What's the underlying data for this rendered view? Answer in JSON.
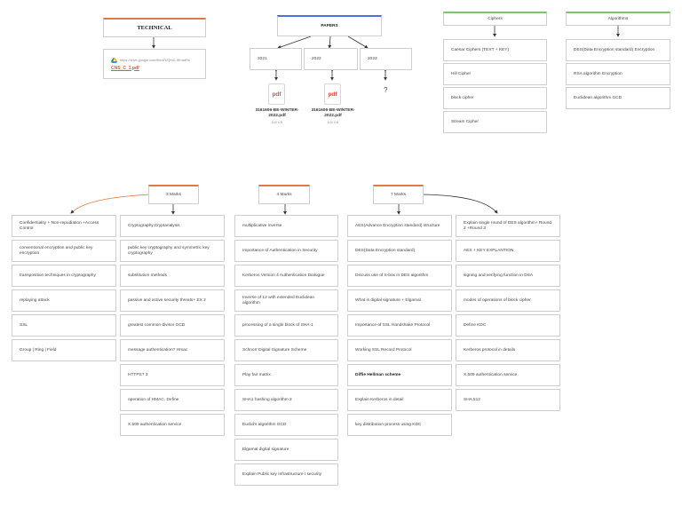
{
  "technical": {
    "title": "TECHNICAL",
    "link_url": "https://drive.google.com/file/d/1fQhIG-9KnwiRe",
    "link_file": "CNS_C_1.pdf"
  },
  "papers": {
    "title": "PAPERS",
    "years": [
      "2021",
      "2022",
      "2023"
    ],
    "files": [
      {
        "icon": "pdf",
        "name": "3161606-BE-WINTER-2022.pdf",
        "size": "640 KB"
      },
      {
        "icon": "pdf",
        "name": "3161606-BE-WINTER-2022.pdf",
        "size": "640 KB"
      }
    ],
    "unknown": "?"
  },
  "ciphers": {
    "title": "Ciphers",
    "items": [
      "Caesar Ciphers (TEXT + KEY)",
      "Hill Cipher",
      "block cipher",
      "Stream Cipher"
    ]
  },
  "algorithms": {
    "title": "Algorithms",
    "items": [
      "DES(Data Encryption standard) Encryption",
      "RSA algorithm Encryption",
      "Euclidean algorithm GCD"
    ]
  },
  "marks3": {
    "title": "3 Marks",
    "left": [
      "Confidentiality + Non-repudiation +Access Control",
      "conventional encryption and public key encryption",
      "transposition techniques in cryptography",
      "replaying attack",
      "SSL",
      "Group | Ring | Field"
    ],
    "right": [
      "Cryptography,Cryptanalysis",
      "public key cryptography and symmetric key cryptography",
      "substitution methods",
      "passive and active security threats+ EX 2",
      "greatest common divisor GCD",
      "message authentication? Hmac",
      "HTTPS? 3",
      "operation of HMAC. Define",
      "X.509 authentication service"
    ]
  },
  "marks4": {
    "title": "4 Marks",
    "items": [
      "multiplicative inverse",
      "Importance of Authentication in Security",
      "Kerberos Version 4 Authentication Dialogue",
      "Inverse of 12 with extended Euclidean algorithm",
      "processing of a single block of SHA-1",
      "Schnorr Digital Signature Scheme",
      "Play fair matrix",
      "SHA1 hashing algorithm 2",
      "Euclid's algorithm GCD",
      "Elgamal digital signature",
      "Explain Public key Infrastructure I security"
    ]
  },
  "marks7": {
    "title": "7 Marks",
    "left": [
      "AES(Advance Encryption standard) structure",
      "DES(Data Encryption standard)",
      "Discuss use of S-box in DES algorithm",
      "What is digital signature + Elgamal",
      "Importance of SSL Handshake Protocol",
      "Working SSL Record Protocol",
      "Diffie Hellman scheme",
      "Explain Kerberos in detail",
      "key distribution process using KDC"
    ],
    "right": [
      "Explain single round of DES algorithm+ Round 2 +Round 3",
      "AES + KEY EXPLANTION",
      "signing and verifying function in DSA",
      "modes of operations of block cipher",
      "Define KDC",
      "Kerberos protocol in details",
      "X.509 authentication service",
      "SHA 512"
    ]
  },
  "colors": {
    "orange": "#e07a45",
    "blue": "#4a72d8",
    "green": "#7cc46e",
    "pdf_red": "#e24b3b"
  }
}
